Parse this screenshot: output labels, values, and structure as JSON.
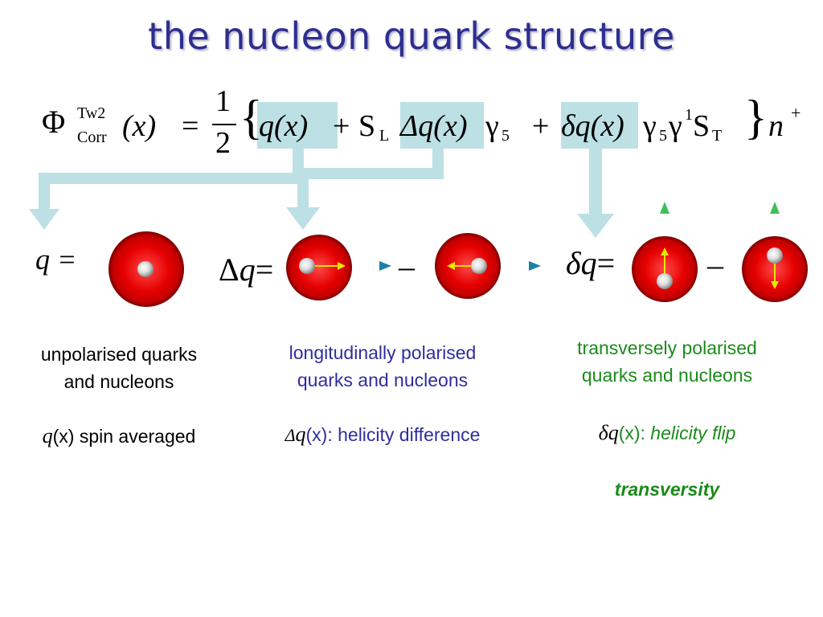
{
  "title": "the nucleon quark structure",
  "equation": {
    "lhs_symbol": "Φ",
    "lhs_sup": "Tw2",
    "lhs_sub": "Corr",
    "lhs_arg": "(x)",
    "equals": "=",
    "frac_num": "1",
    "frac_den": "2",
    "open_brace": "{",
    "close_brace": "}",
    "term1": "q(x)",
    "plus1": "+",
    "sl": "S",
    "sl_sub": "L",
    "term2": "Δq(x)",
    "gamma5a": "γ",
    "gamma5a_sub": "5",
    "plus2": "+",
    "term3": "δq(x)",
    "gamma5b": "γ",
    "gamma5b_sub": "5",
    "gamma1": "γ",
    "gamma1_sup": "1",
    "st": "S",
    "st_sub": "T",
    "nplus": "n",
    "nplus_sup": "+"
  },
  "diagrams": {
    "unpolarised_label": "q =",
    "longitudinal_label_delta": "Δ",
    "longitudinal_label_q": "q",
    "longitudinal_eq": "=",
    "minus1": "–",
    "transverse_label_delta": "δ",
    "transverse_label_q": "q",
    "transverse_eq": "=",
    "minus2": "–"
  },
  "captions": {
    "unpolarised_line1": "unpolarised quarks",
    "unpolarised_line2": "and nucleons",
    "unpolarised_sub_q": "q",
    "unpolarised_sub_rest": "(x) spin averaged",
    "longitudinal_line1": "longitudinally polarised",
    "longitudinal_line2": "quarks and nucleons",
    "longitudinal_sub_delta": "Δ",
    "longitudinal_sub_q": "q",
    "longitudinal_sub_rest": "(x): helicity difference",
    "transverse_line1": "transversely polarised",
    "transverse_line2": "quarks and nucleons",
    "transverse_sub_delta": "δ",
    "transverse_sub_q": "q",
    "transverse_sub_mid": "(x): ",
    "transverse_sub_rest": "helicity flip",
    "transversity": "transversity"
  },
  "colors": {
    "title": "#2e2e8f",
    "highlight": "#bde0e4",
    "connector": "#bde0e4",
    "nucleon": "#e00000",
    "quark": "#d8d8d8",
    "arrow_green": "#2ea84a",
    "arrow_yellow": "#e6e600",
    "caption_blue": "#2e2e9e",
    "caption_green": "#1b8a1b"
  }
}
